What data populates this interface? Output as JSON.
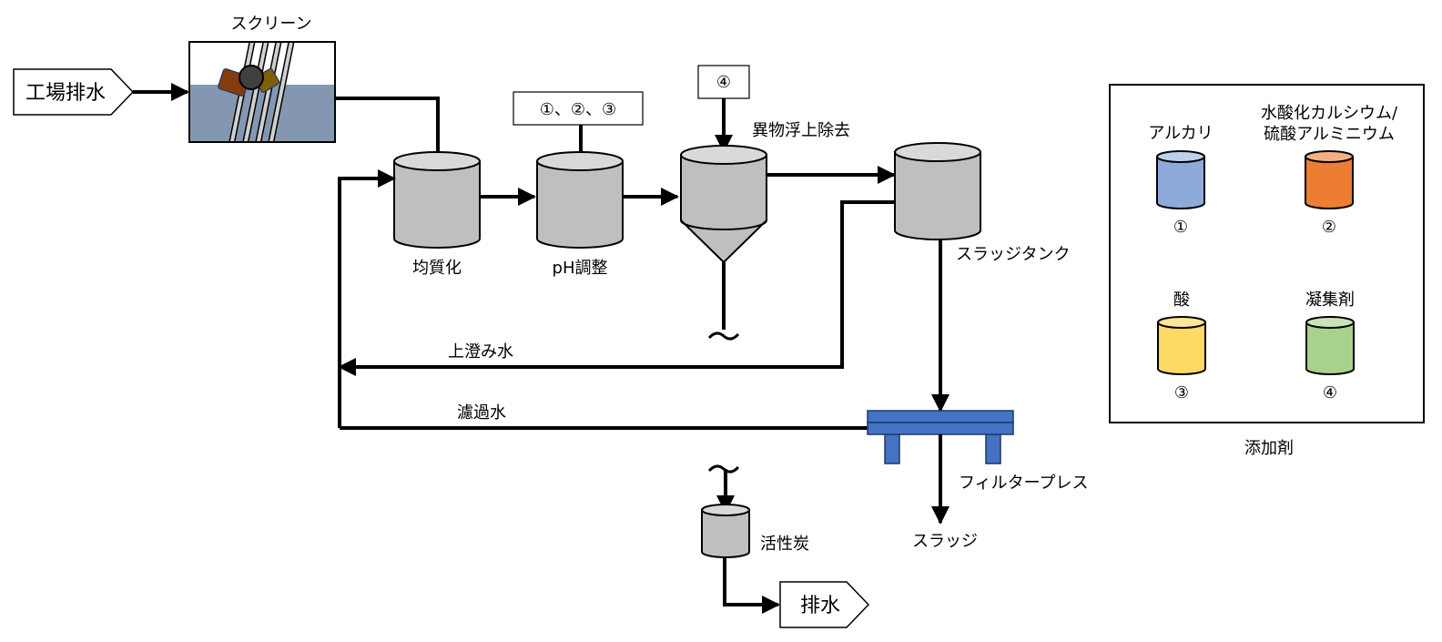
{
  "title": "工場排水処理フロー",
  "nodes": {
    "inlet": "工場排水",
    "screen": "スクリーン",
    "equalization": "均質化",
    "ph_adjust": "pH調整",
    "flotation": "異物浮上除去",
    "sludge_tank": "スラッジタンク",
    "filter_press": "フィルタープレス",
    "sludge": "スラッジ",
    "activated_carbon": "活性炭",
    "outlet": "排水"
  },
  "dosing": {
    "ph_adjust_additives": "①、②、③",
    "flotation_additive": "④"
  },
  "flows": {
    "supernatant": "上澄み水",
    "filtrate": "濾過水"
  },
  "connector_symbol": "〜",
  "legend": {
    "title": "添加剤",
    "items": [
      {
        "label": "アルカリ",
        "number": "①",
        "color": "#8eaadb",
        "top_color": "#bdd0ee"
      },
      {
        "label_line1": "水酸化カルシウム/",
        "label_line2": "硫酸アルミニウム",
        "number": "②",
        "color": "#ed7d31",
        "top_color": "#f4b083"
      },
      {
        "label": "酸",
        "number": "③",
        "color": "#ffd966",
        "top_color": "#ffe699"
      },
      {
        "label": "凝集剤",
        "number": "④",
        "color": "#a9d18e",
        "top_color": "#c9e3b7"
      }
    ]
  },
  "colors": {
    "tank_body": "#bfbfbf",
    "tank_top": "#d9d9d9",
    "water": "#8497b0",
    "filter_press": "#4472c4",
    "debris_brown": "#843c0c",
    "debris_olive": "#7f6000",
    "debris_ball": "#404040"
  }
}
